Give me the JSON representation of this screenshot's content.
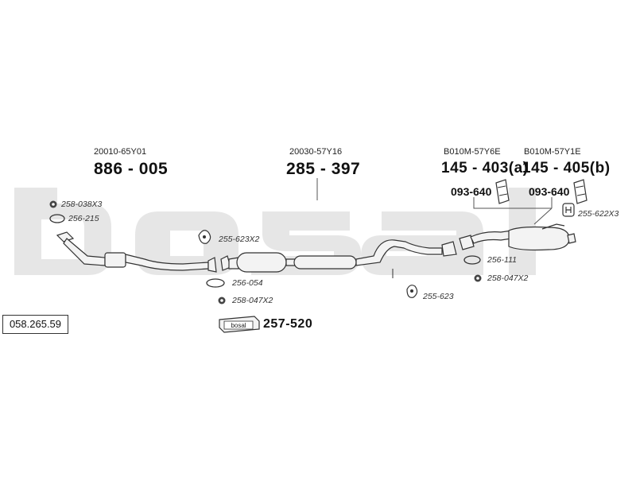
{
  "diagram": {
    "catalog_number": "058.265.59",
    "watermark_brand": "bosal",
    "oem_numbers": {
      "front_pipe": "20010-65Y01",
      "middle_section": "20030-57Y16",
      "rear_box_a": "B010M-57Y6E",
      "rear_box_b": "B010M-57Y1E"
    },
    "main_parts": {
      "front_pipe": "886 - 005",
      "middle_section": "285 - 397",
      "rear_box_a": "145 - 403(a)",
      "rear_box_b": "145 - 405(b)",
      "mounting_kit": "257-520"
    },
    "sub_parts": {
      "mount_a": "093-640",
      "mount_b": "093-640"
    },
    "small_parts": {
      "nut_front": "258-038X3",
      "gasket_front": "256-215",
      "rubber_front": "255-623X2",
      "gasket_middle": "256-054",
      "nut_middle": "258-047X2",
      "rubber_middle": "255-623",
      "gasket_rear": "256-111",
      "nut_rear": "258-047X2",
      "clamp_rear": "255-622X3"
    },
    "kit_logo_text": "bosal",
    "colors": {
      "watermark": "#e6e6e6",
      "pipe_fill": "#f3f3f3",
      "line": "#333333"
    }
  }
}
